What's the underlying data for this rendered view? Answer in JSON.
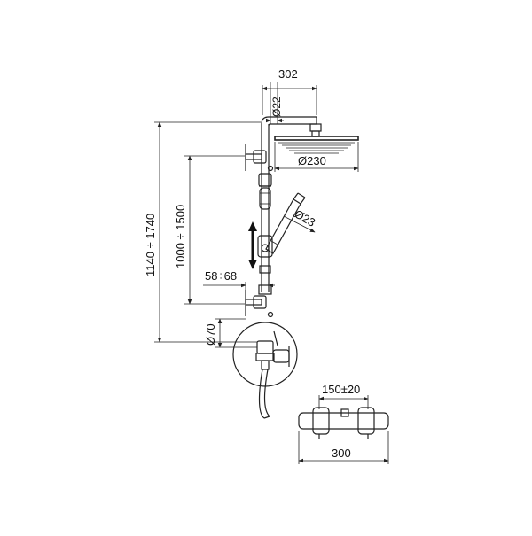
{
  "dimensions": {
    "head_arm_length": "302",
    "pipe_diameter": "Ø22",
    "head_diameter": "Ø230",
    "total_height": "1140 ÷ 1740",
    "rail_span": "1000 ÷ 1500",
    "hand_shower_diameter": "Ø23",
    "wall_offset": "58÷68",
    "escutcheon_diameter": "Ø70",
    "valve_spacing": "150±20",
    "valve_width": "300"
  },
  "colors": {
    "line": "#222222",
    "background": "#ffffff"
  },
  "icons": {
    "slide_indicator": "double-arrow-vertical-icon"
  }
}
